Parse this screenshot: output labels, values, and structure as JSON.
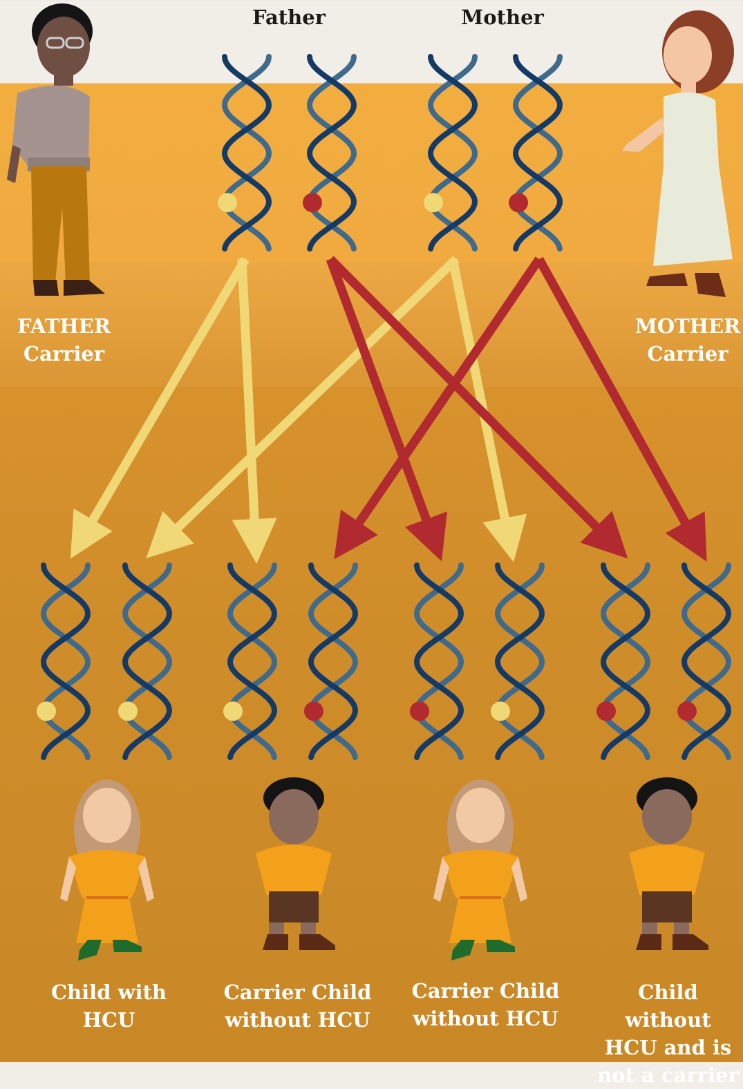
{
  "header": {
    "father_label": "Father",
    "mother_label": "Mother"
  },
  "parents": {
    "father": {
      "title": "FATHER",
      "status": "Carrier"
    },
    "mother": {
      "title": "MOTHER",
      "status": "Carrier"
    }
  },
  "parent_alleles": [
    "normal",
    "mutated",
    "normal",
    "mutated"
  ],
  "child_alleles": [
    "normal",
    "normal",
    "normal",
    "mutated",
    "mutated",
    "normal",
    "mutated",
    "mutated"
  ],
  "children": [
    {
      "line1": "Child with",
      "line2": "HCU",
      "line3": ""
    },
    {
      "line1": "Carrier Child",
      "line2": "without HCU",
      "line3": ""
    },
    {
      "line1": "Carrier Child",
      "line2": "without HCU",
      "line3": ""
    },
    {
      "line1": "Child without",
      "line2": "HCU and is",
      "line3": "not a carrier"
    }
  ],
  "colors": {
    "normal_allele": "#f1d877",
    "mutated_allele": "#b02a30",
    "strand_dark": "#163a66",
    "strand_light": "#3f6a8c",
    "background_top": "#f1eee8",
    "background_orange": "#f2ad3f",
    "background_bottom": "#c98826"
  },
  "icons": [
    "father-figure",
    "mother-figure",
    "girl-figure",
    "boy-figure",
    "dna-helix-icon",
    "inheritance-arrow"
  ]
}
